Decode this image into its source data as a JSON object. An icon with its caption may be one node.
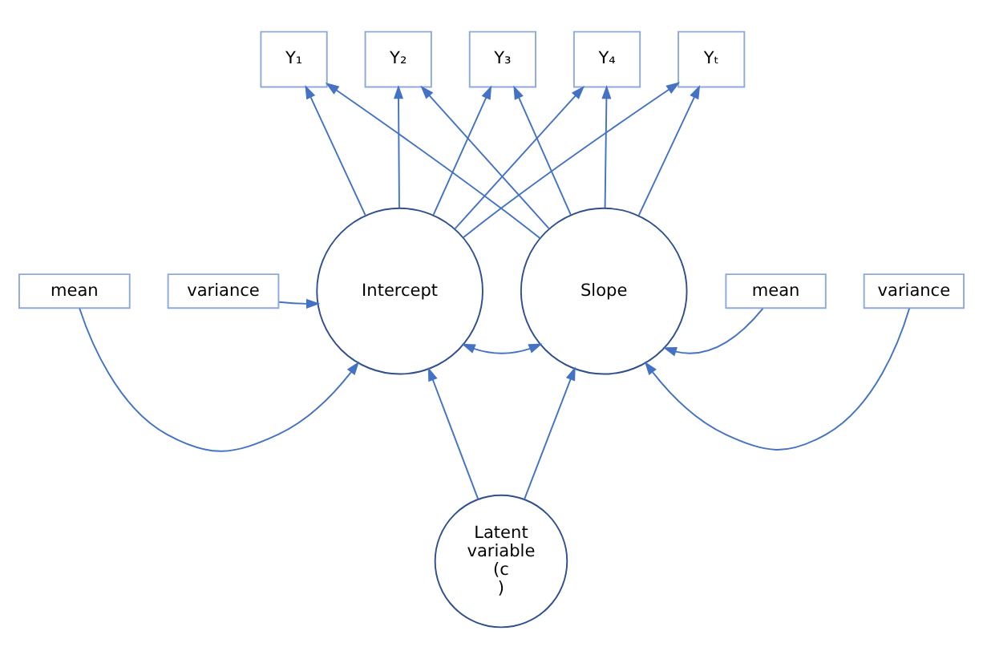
{
  "diagram": {
    "nodes": [
      {
        "text": [
          "Y₁"
        ]
      },
      {
        "text": [
          "Y₂"
        ]
      },
      {
        "text": [
          "Y₃"
        ]
      },
      {
        "text": [
          "Y₄"
        ]
      },
      {
        "text": [
          "Yₜ"
        ]
      },
      {
        "text": [
          "mean"
        ]
      },
      {
        "text": [
          "variance"
        ]
      },
      {
        "text": [
          "Intercept"
        ]
      },
      {
        "text": [
          "Slope"
        ]
      },
      {
        "text": [
          "mean"
        ]
      },
      {
        "text": [
          "variance"
        ]
      },
      {
        "text": [
          "Latent variable (c )"
        ]
      }
    ],
    "edges": [
      {
        "from": 7,
        "to": 0,
        "arrow": "to"
      },
      {
        "from": 7,
        "to": 1,
        "arrow": "to"
      },
      {
        "from": 7,
        "to": 2,
        "arrow": "to"
      },
      {
        "from": 7,
        "to": 3,
        "arrow": "to"
      },
      {
        "from": 7,
        "to": 4,
        "arrow": "to"
      },
      {
        "from": 8,
        "to": 0,
        "arrow": "to"
      },
      {
        "from": 8,
        "to": 1,
        "arrow": "to"
      },
      {
        "from": 8,
        "to": 2,
        "arrow": "to"
      },
      {
        "from": 8,
        "to": 3,
        "arrow": "to"
      },
      {
        "from": 8,
        "to": 4,
        "arrow": "to"
      },
      {
        "from": 5,
        "to": 7,
        "arrow": "to"
      },
      {
        "from": 6,
        "to": 7,
        "arrow": "to"
      },
      {
        "from": 9,
        "to": 8,
        "arrow": "to"
      },
      {
        "from": 10,
        "to": 8,
        "arrow": "to"
      },
      {
        "from": 7,
        "to": 8,
        "arrow": "both"
      },
      {
        "from": 11,
        "to": 7,
        "arrow": "to"
      },
      {
        "from": 11,
        "to": 8,
        "arrow": "to"
      }
    ]
  }
}
